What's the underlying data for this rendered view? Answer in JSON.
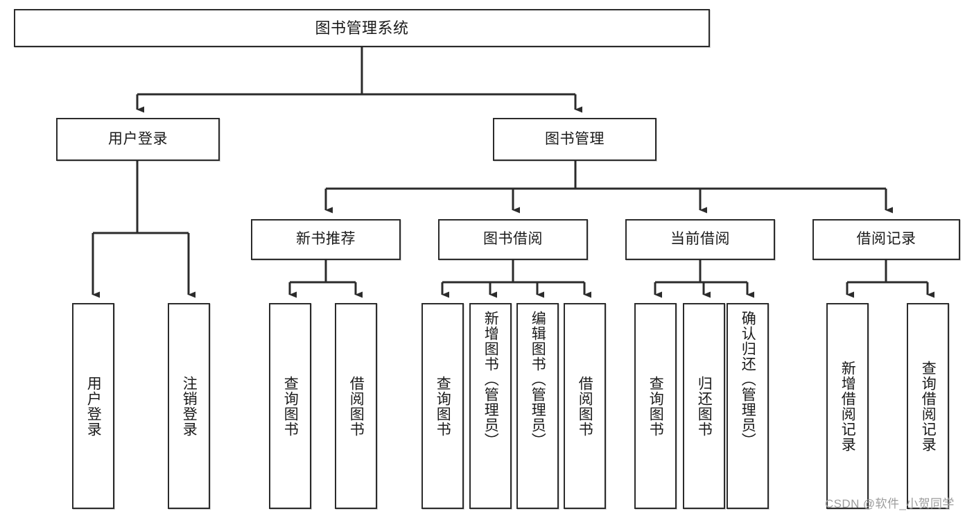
{
  "diagram": {
    "title": "图书管理系统",
    "type": "tree-hierarchy-diagram",
    "root": {
      "id": "root",
      "label": "图书管理系统"
    },
    "level2": [
      {
        "id": "user-login",
        "label": "用户登录"
      },
      {
        "id": "book-manage",
        "label": "图书管理"
      }
    ],
    "level3": [
      {
        "id": "new-book-rec",
        "label": "新书推荐",
        "parent": "book-manage"
      },
      {
        "id": "book-borrow",
        "label": "图书借阅",
        "parent": "book-manage"
      },
      {
        "id": "current-borrow",
        "label": "当前借阅",
        "parent": "book-manage"
      },
      {
        "id": "borrow-record",
        "label": "借阅记录",
        "parent": "book-manage"
      }
    ],
    "leaves": [
      {
        "id": "leaf-user-login",
        "label": "用户登录",
        "parent": "user-login"
      },
      {
        "id": "leaf-user-logout",
        "label": "注销登录",
        "parent": "user-login"
      },
      {
        "id": "leaf-rec-query",
        "label": "查询图书",
        "parent": "new-book-rec"
      },
      {
        "id": "leaf-rec-borrow",
        "label": "借阅图书",
        "parent": "new-book-rec"
      },
      {
        "id": "leaf-borrow-query",
        "label": "查询图书",
        "parent": "book-borrow"
      },
      {
        "id": "leaf-borrow-add",
        "label": "新增图书（管理员）",
        "parent": "book-borrow"
      },
      {
        "id": "leaf-borrow-edit",
        "label": "编辑图书（管理员）",
        "parent": "book-borrow"
      },
      {
        "id": "leaf-borrow-do",
        "label": "借阅图书",
        "parent": "book-borrow"
      },
      {
        "id": "leaf-cur-query",
        "label": "查询图书",
        "parent": "current-borrow"
      },
      {
        "id": "leaf-cur-return",
        "label": "归还图书",
        "parent": "current-borrow"
      },
      {
        "id": "leaf-cur-confirm",
        "label": "确认归还（管理员）",
        "parent": "current-borrow"
      },
      {
        "id": "leaf-rec-add",
        "label": "新增借阅记录",
        "parent": "borrow-record"
      },
      {
        "id": "leaf-rec-search",
        "label": "查询借阅记录",
        "parent": "borrow-record"
      }
    ],
    "colors": {
      "stroke": "#2b2b2b",
      "fill": "#ffffff",
      "text": "#1a1a1a",
      "watermark": "#9c9c9c"
    }
  },
  "watermark": {
    "text": "CSDN @软件_小贺同学"
  }
}
